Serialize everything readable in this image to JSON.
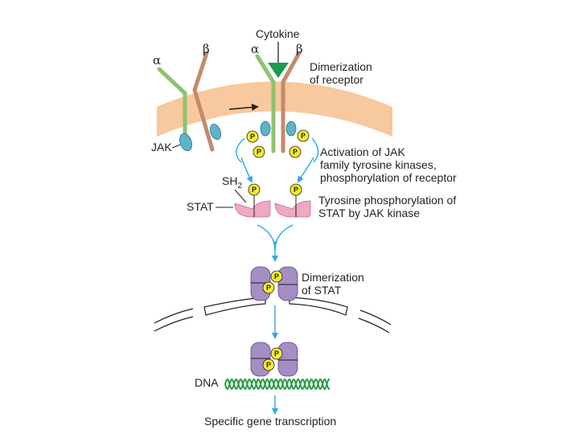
{
  "diagram": {
    "ligand_label": "Cytokine",
    "alpha": "α",
    "beta": "β",
    "jak_label": "JAK",
    "sh2_main": "SH",
    "sh2_sub": "2",
    "stat_label": "STAT",
    "dna_label": "DNA",
    "phospho_label": "P",
    "steps": [
      {
        "lines": [
          "Dimerization",
          "of receptor"
        ]
      },
      {
        "lines": [
          "Activation of JAK",
          "family tyrosine kinases,",
          "phosphorylation of receptor"
        ]
      },
      {
        "lines": [
          "Tyrosine phosphorylation of",
          "STAT by JAK kinase"
        ]
      },
      {
        "lines": [
          "Dimerization",
          "of STAT"
        ]
      }
    ],
    "final_label": "Specific gene transcription"
  },
  "colors": {
    "membrane": "#f8c89e",
    "alpha_chain": "#8dc26f",
    "beta_chain": "#c48a6b",
    "jak": "#5fb3c8",
    "cytokine": "#1a9b4e",
    "phospho": "#f4ee2a",
    "stat_monomer": "#efa9c3",
    "stat_dimer": "#a48ec4",
    "arrow": "#29a8e0",
    "dna": "#2e9b47"
  }
}
